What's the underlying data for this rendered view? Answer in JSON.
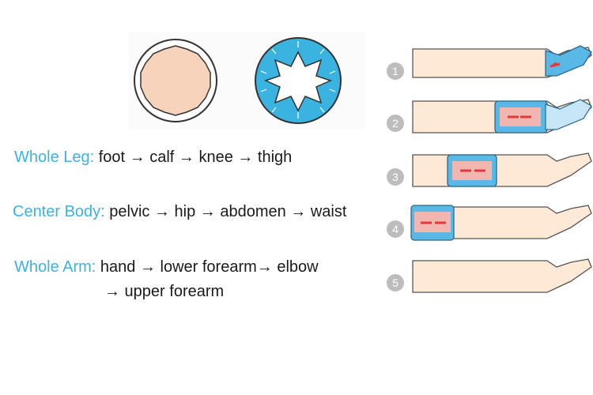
{
  "sequences": [
    {
      "label": "Whole Leg:",
      "text": "foot → calf → knee → thigh"
    },
    {
      "label": "Center Body:",
      "text": "pelvic → hip → abdomen → waist"
    },
    {
      "label": "Whole Arm:",
      "text": "hand →  lower forearm→ elbow",
      "text2": "→ upper forearm"
    }
  ],
  "stages": [
    "1",
    "2",
    "3",
    "4",
    "5"
  ],
  "colors": {
    "accent": "#3bb3e0",
    "skin": "#fde9d6",
    "cuff": "#5ab8e6",
    "pressure": "#e23a3a"
  }
}
